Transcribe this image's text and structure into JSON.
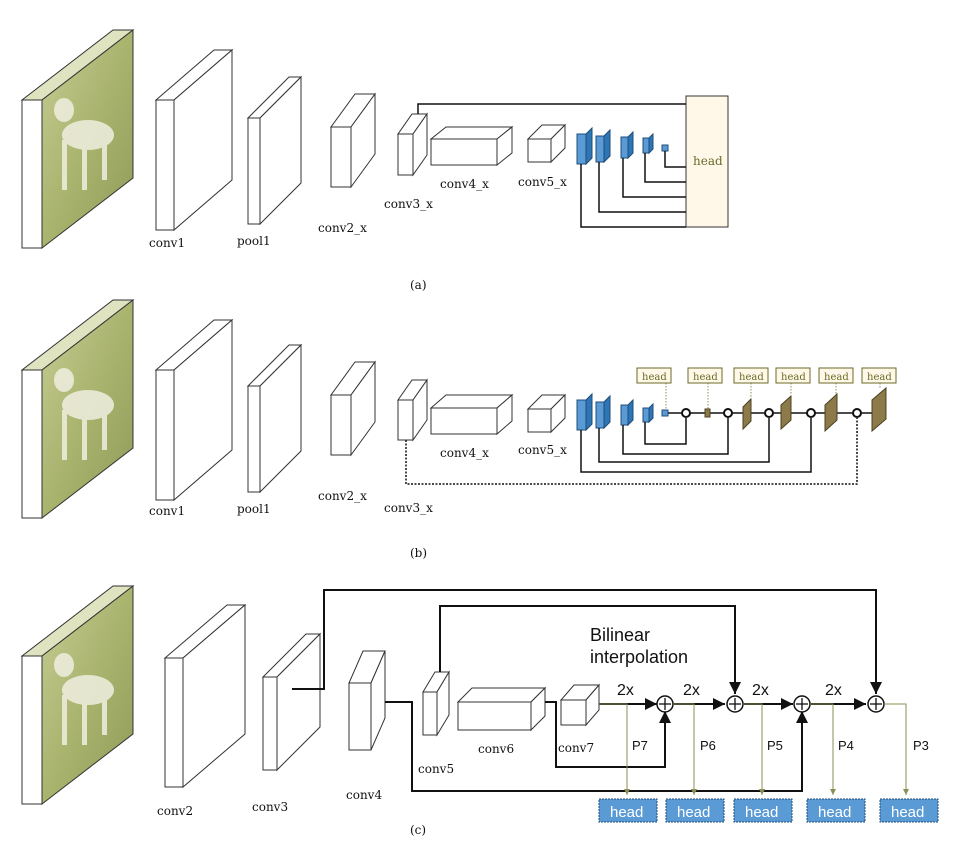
{
  "panel_a": {
    "caption": "(a)",
    "labels": {
      "conv1": "conv1",
      "pool1": "pool1",
      "conv2": "conv2_x",
      "conv3": "conv3_x",
      "conv4": "conv4_x",
      "conv5": "conv5_x"
    },
    "head": "head"
  },
  "panel_b": {
    "caption": "(b)",
    "labels": {
      "conv1": "conv1",
      "pool1": "pool1",
      "conv2": "conv2_x",
      "conv3": "conv3_x",
      "conv4": "conv4_x",
      "conv5": "conv5_x"
    },
    "heads": [
      "head",
      "head",
      "head",
      "head",
      "head",
      "head"
    ]
  },
  "panel_c": {
    "caption": "(c)",
    "labels": {
      "conv2": "conv2",
      "conv3": "conv3",
      "conv4": "conv4",
      "conv5": "conv5",
      "conv6": "conv6",
      "conv7": "conv7"
    },
    "bilinear_line1": "Bilinear",
    "bilinear_line2": "interpolation",
    "upsample": [
      "2x",
      "2x",
      "2x",
      "2x"
    ],
    "pyramid": [
      "P7",
      "P6",
      "P5",
      "P4",
      "P3"
    ],
    "heads": [
      "head",
      "head",
      "head",
      "head",
      "head"
    ]
  },
  "colors": {
    "image_green": "#a9b46e",
    "fpn_blue": "#5b9bd5",
    "brown_block": "#8c7a4a",
    "head_box_fill": "#fff8e8",
    "head_blue": "#5b9bd5"
  }
}
